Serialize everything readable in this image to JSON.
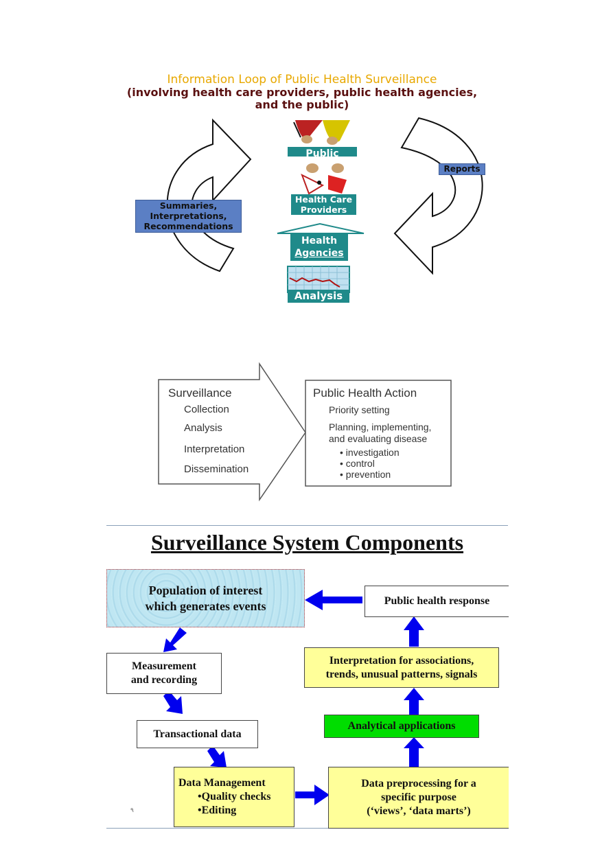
{
  "figure1": {
    "title": "Information Loop of Public Health Surveillance",
    "subtitle_line1": "(involving health care providers, public health agencies,",
    "subtitle_line2": "and the public)",
    "public_label": "Public",
    "providers_label_line1": "Health Care",
    "providers_label_line2": "Providers",
    "agencies_label_line1": "Health",
    "agencies_label_line2": "Agencies",
    "analysis_label": "Analysis",
    "reports_label": "Reports",
    "summaries_line1": "Summaries,",
    "summaries_line2": "Interpretations,",
    "summaries_line3": "Recommendations",
    "colors": {
      "title": "#e8a800",
      "teal": "#1f8a8a",
      "blue_label": "#5b7fc4"
    }
  },
  "figure2": {
    "left_heading": "Surveillance",
    "left_items": [
      "Collection",
      "Analysis",
      "Interpretation",
      "Dissemination"
    ],
    "right_heading": "Public Health Action",
    "right_item1": "Priority setting",
    "right_item2_line1": "Planning, implementing,",
    "right_item2_line2": "and evaluating disease",
    "right_bullets": [
      "investigation",
      "control",
      "prevention"
    ]
  },
  "figure3": {
    "title": "Surveillance System Components",
    "population_line1": "Population of interest",
    "population_line2": "which generates events",
    "response": "Public health response",
    "measurement_line1": "Measurement",
    "measurement_line2": "and recording",
    "interpretation_line1": "Interpretation for associations,",
    "interpretation_line2": "trends, unusual patterns, signals",
    "transactional": "Transactional data",
    "analytical": "Analytical applications",
    "dm_heading": "Data Management",
    "dm_item1": "•Quality checks",
    "dm_item2": "•Editing",
    "prep_line1": "Data preprocessing  for a",
    "prep_line2": "specific purpose",
    "prep_line3": "(‘views’, ‘data marts’)",
    "page_mark": "٩",
    "colors": {
      "arrow": "#0000ee",
      "yellow": "#ffff99",
      "green": "#00dd00"
    }
  }
}
